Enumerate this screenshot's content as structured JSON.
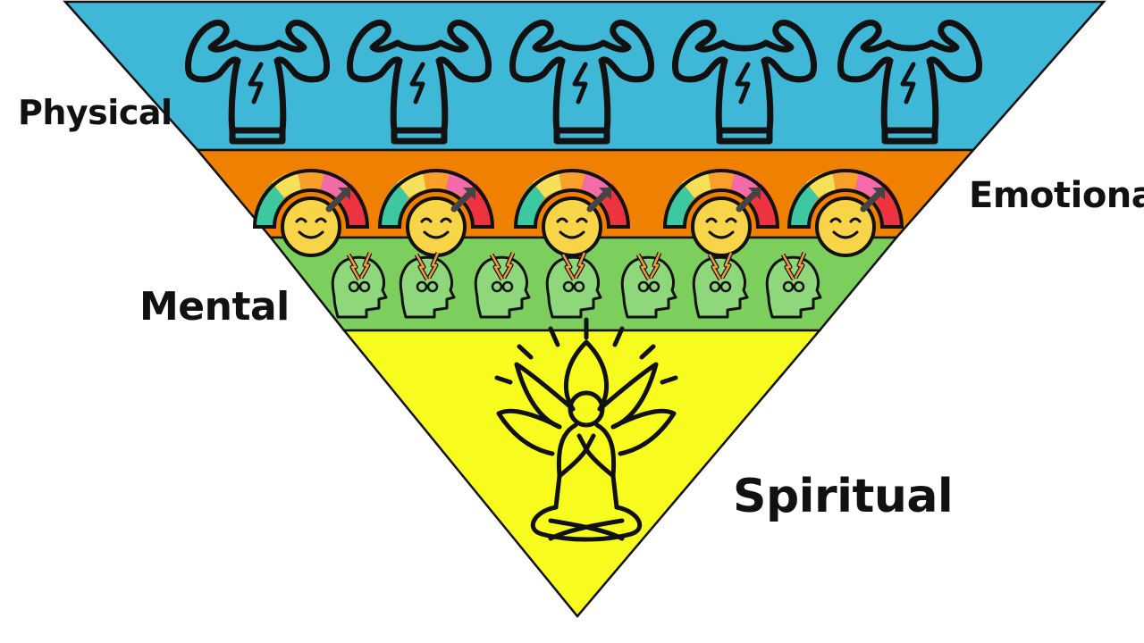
{
  "labels": {
    "physical": "Physical",
    "emotional": "Emotional",
    "mental": "Mental",
    "spiritual": "Spiritual"
  },
  "colors": {
    "physical": "#3fb8d8",
    "emotional": "#f08000",
    "mental": "#7ccf5c",
    "spiritual": "#f8fc1e",
    "outline": "#111111"
  },
  "icons": {
    "physical": "flexing-torso-icon",
    "emotional": "mood-gauge-icon",
    "mental": "stressed-head-icon",
    "spiritual": "meditating-person-icon"
  }
}
